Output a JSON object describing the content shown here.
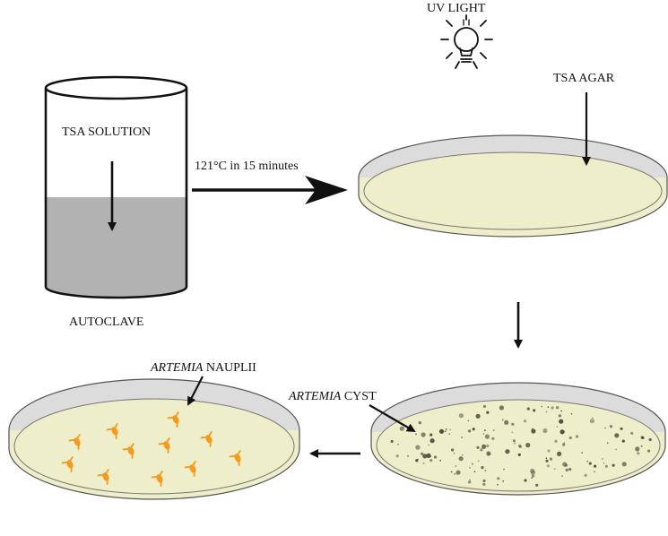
{
  "labels": {
    "uv_light": "UV LIGHT",
    "tsa_agar": "TSA AGAR",
    "tsa_solution": "TSA SOLUTION",
    "autoclave": "AUTOCLAVE",
    "autoclave_condition": "121°C in 15 minutes",
    "artemia_nauplii_italic": "ARTEMIA",
    "artemia_nauplii_rest": " NAUPLII",
    "artemia_cyst_italic": "ARTEMIA",
    "artemia_cyst_rest": " CYST"
  },
  "colors": {
    "agar": "#eeeecb",
    "dish_rim": "#dcdcdc",
    "liquid": "#b2b2b2",
    "nauplii": "#f39a1f",
    "cyst": "#4a4535"
  }
}
